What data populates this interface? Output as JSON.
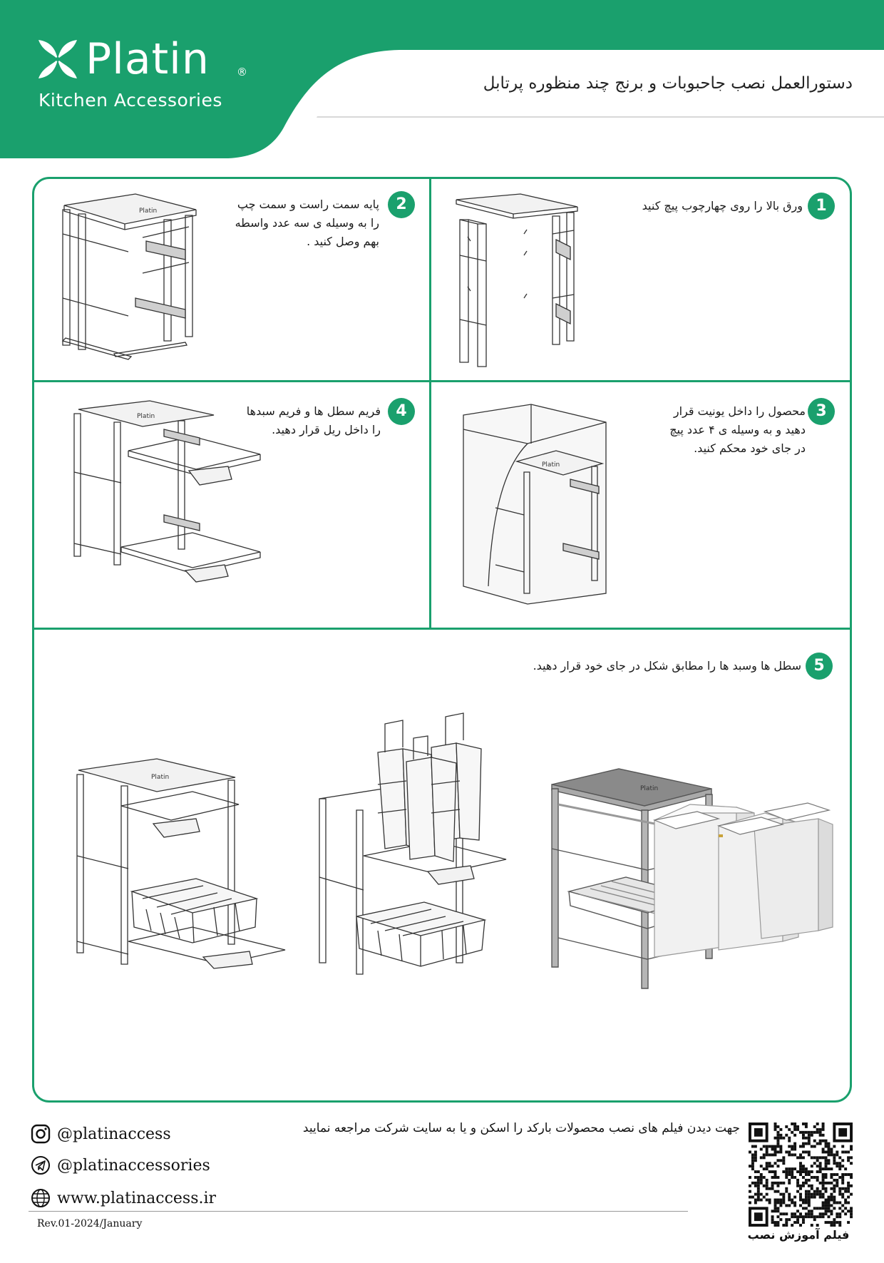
{
  "brand": {
    "name": "Platin",
    "registered_mark": "®",
    "tagline": "Kitchen Accessories",
    "color_primary": "#1aa06d"
  },
  "header": {
    "title": "دستورالعمل نصب جاحبوبات و برنج چند منظوره پرتابل"
  },
  "steps": [
    {
      "number": "1",
      "text": "ورق بالا را روی چهارچوب پیچ کنید"
    },
    {
      "number": "2",
      "text": "پایه سمت راست و سمت چپ\nرا به وسیله ی سه عدد واسطه\nبهم وصل کنید ."
    },
    {
      "number": "3",
      "text": "محصول را داخل یونیت قرار\nدهید و به وسیله ی ۴ عدد پیچ\nدر جای خود محکم کنید."
    },
    {
      "number": "4",
      "text": "فریم سطل ها و فریم سبدها\nرا داخل ریل قرار دهید."
    },
    {
      "number": "5",
      "text": "سطل ها وسبد ها را مطابق شکل در جای خود قرار دهید."
    }
  ],
  "product_label": "Platin",
  "footer": {
    "instagram": "@platinaccess",
    "telegram": "@platinaccessories",
    "website": "www.platinaccess.ir",
    "revision": "Rev.01-2024/January",
    "qr_note": "جهت دیدن فیلم های نصب محصولات بارکد را اسکن و یا به سایت شرکت مراجعه نمایید",
    "qr_label": "فیلم آموزش نصب",
    "icons": [
      "instagram-icon",
      "telegram-icon",
      "globe-icon",
      "qr-code"
    ]
  }
}
